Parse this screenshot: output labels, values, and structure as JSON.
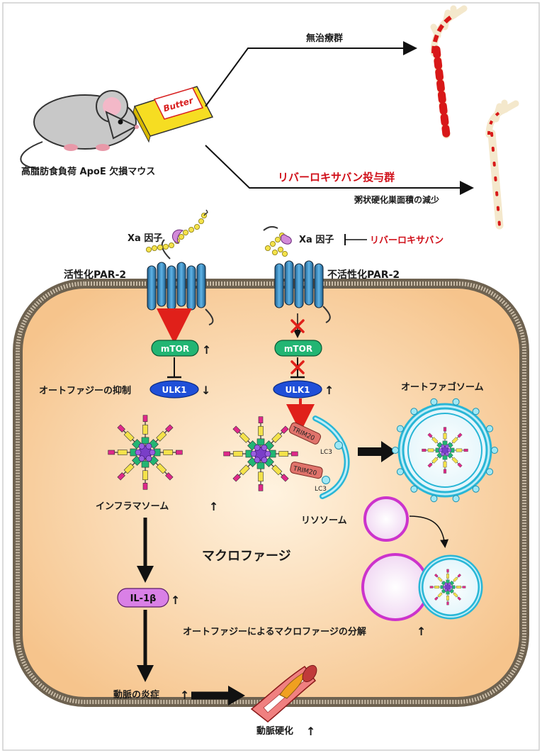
{
  "mouse_label": "高脂肪食負荷 ApoE 欠損マウス",
  "butter_label": "Butter",
  "group_untreated": "無治療群",
  "group_rivaroxaban": "リバーロキサバン投与群",
  "plaque_reduction": "粥状硬化巣面積の減少",
  "xa_left": "Xa 因子",
  "xa_right": "Xa 因子",
  "inhibitor": "リバーロキサバン",
  "par2_active": "活性化PAR-2",
  "par2_inactive": "不活性化PAR-2",
  "mtor": "mTOR",
  "ulk1": "ULK1",
  "autophagy_inhibition": "オートファジーの抑制",
  "autophagosome": "オートファゴソーム",
  "trim20": "TRIM20",
  "lc3": "LC3",
  "inflammasome": "インフラマソーム",
  "lysosome": "リソソーム",
  "macrophage": "マクロファージ",
  "il1b": "IL-1β",
  "degradation": "オートファジーによるマクロファージの分解",
  "inflammation": "動脈の炎症",
  "atherosclerosis": "動脈硬化",
  "arrow_up": "↑",
  "arrow_down": "↓",
  "colors": {
    "cell_fill": "#fad8aa",
    "membrane": "#8a7a66",
    "mtor": "#22b573",
    "ulk1": "#1f4fd8",
    "il1b": "#d980e6",
    "receptor": "#3a8fc4",
    "red_arrow": "#e0201a",
    "trim": "#e0736b"
  }
}
